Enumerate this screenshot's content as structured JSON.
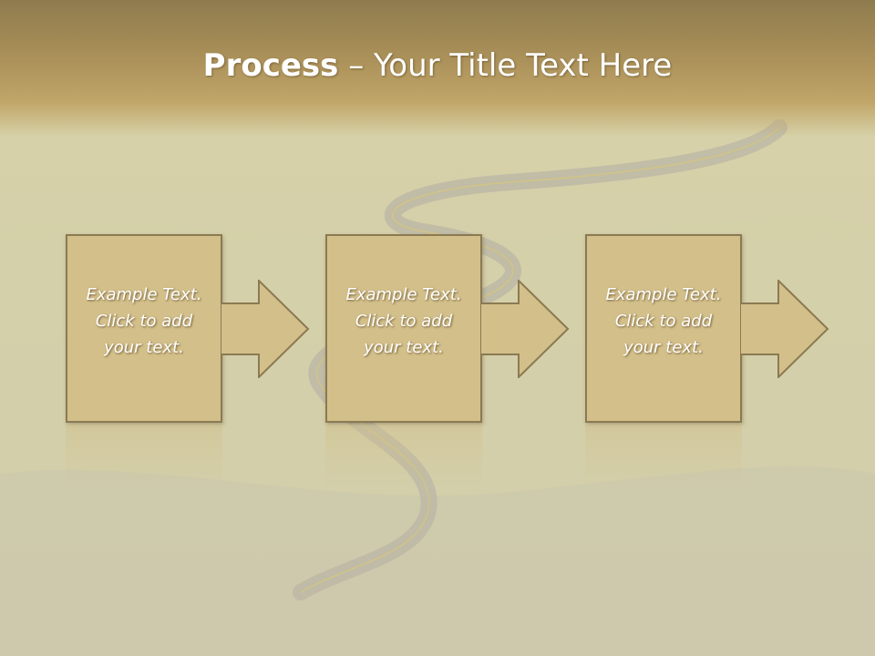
{
  "title": {
    "bold": "Process",
    "separator": " – ",
    "rest": "Your Title Text Here"
  },
  "steps": [
    {
      "text": "Example Text.\nClick  to add\nyour text."
    },
    {
      "text": "Example Text.\nClick  to add\nyour text."
    },
    {
      "text": "Example Text.\nClick  to add\nyour text."
    }
  ],
  "colors": {
    "title_band": "#a98f58",
    "box_fill": "#d3bf8a",
    "box_border": "#8b7a52",
    "text": "#ffffff"
  },
  "icons": {
    "arrow": "right-arrow-icon"
  }
}
